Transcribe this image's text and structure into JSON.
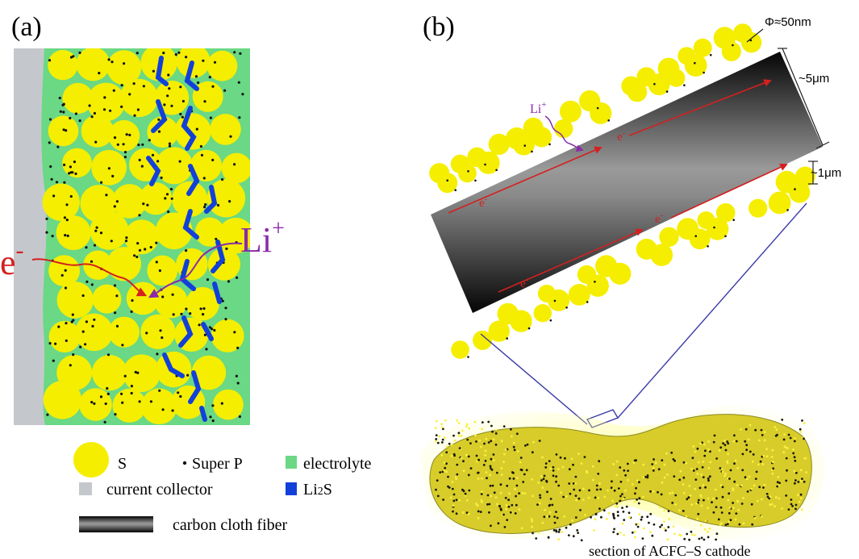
{
  "panel_a": {
    "label": "(a)",
    "e_label": "e",
    "e_sup": "-",
    "li_label": "Li",
    "li_sup": "+"
  },
  "legend": {
    "sulfur": "S",
    "superp": "Super P",
    "electrolyte": "electrolyte",
    "collector": "current collector",
    "li2s_main": "Li",
    "li2s_sub": "2",
    "li2s_end": "S",
    "fiber": "carbon cloth fiber"
  },
  "panel_b": {
    "label": "(b)",
    "diameter": "Φ≈50nm",
    "thickness_5": "~5μm",
    "thickness_1": "~1μm",
    "li_label": "Li",
    "li_sup": "+",
    "e_label": "e",
    "e_sup": "-",
    "caption": "section of ACFC–S cathode"
  },
  "colors": {
    "sulfur": "#f5ee00",
    "electrolyte": "#6ad884",
    "collector": "#c4c8cc",
    "li2s": "#1240d8",
    "electron_path": "#d42020",
    "li_path": "#8a2aa8",
    "frame": "#3a3aa6"
  }
}
